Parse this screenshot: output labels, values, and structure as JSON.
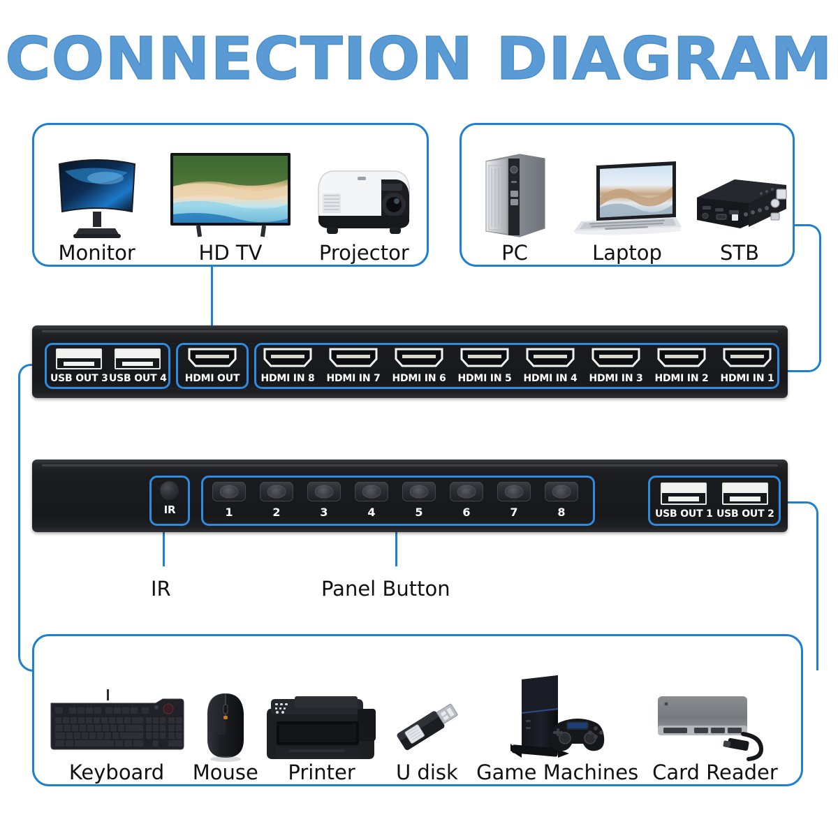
{
  "title": "CONNECTION DIAGRAM",
  "colors": {
    "title_blue": "#5B9BD5",
    "line_blue": "#1F7FD0",
    "port_highlight_blue": "#2E8BE0",
    "chassis_black": "#17181b",
    "page_background": "#FFFFFF"
  },
  "groups": {
    "displays": {
      "name": "display-output-devices",
      "items": [
        {
          "label": "Monitor",
          "icon": "curved-monitor-icon"
        },
        {
          "label": "HD TV",
          "icon": "hd-tv-icon"
        },
        {
          "label": "Projector",
          "icon": "projector-icon"
        }
      ]
    },
    "sources": {
      "name": "hdmi-source-devices",
      "items": [
        {
          "label": "PC",
          "icon": "desktop-pc-icon"
        },
        {
          "label": "Laptop",
          "icon": "laptop-icon"
        },
        {
          "label": "STB",
          "icon": "set-top-box-icon"
        }
      ]
    },
    "peripherals": {
      "name": "usb-peripheral-devices",
      "items": [
        {
          "label": "Keyboard",
          "icon": "keyboard-icon"
        },
        {
          "label": "Mouse",
          "icon": "mouse-icon"
        },
        {
          "label": "Printer",
          "icon": "printer-icon"
        },
        {
          "label": "U disk",
          "icon": "usb-flash-drive-icon"
        },
        {
          "label": "Game Machines",
          "icon": "game-console-icon"
        },
        {
          "label": "Card Reader",
          "icon": "card-reader-icon"
        }
      ]
    }
  },
  "rear_panel": {
    "name": "switch-rear-panel",
    "usb_outputs": [
      {
        "label": "USB OUT 3"
      },
      {
        "label": "USB OUT 4"
      }
    ],
    "hdmi_output": {
      "label": "HDMI OUT"
    },
    "hdmi_inputs": [
      {
        "label": "HDMI IN 8"
      },
      {
        "label": "HDMI IN 7"
      },
      {
        "label": "HDMI IN 6"
      },
      {
        "label": "HDMI IN 5"
      },
      {
        "label": "HDMI IN 4"
      },
      {
        "label": "HDMI IN 3"
      },
      {
        "label": "HDMI IN 2"
      },
      {
        "label": "HDMI IN 1"
      }
    ]
  },
  "front_panel": {
    "name": "switch-front-panel",
    "ir_sensor": {
      "label": "IR"
    },
    "buttons": [
      {
        "label": "1"
      },
      {
        "label": "2"
      },
      {
        "label": "3"
      },
      {
        "label": "4"
      },
      {
        "label": "5"
      },
      {
        "label": "6"
      },
      {
        "label": "7"
      },
      {
        "label": "8"
      }
    ],
    "usb_outputs": [
      {
        "label": "USB OUT 1"
      },
      {
        "label": "USB OUT 2"
      }
    ]
  },
  "leader_labels": {
    "ir": "IR",
    "panel_button": "Panel Button"
  }
}
